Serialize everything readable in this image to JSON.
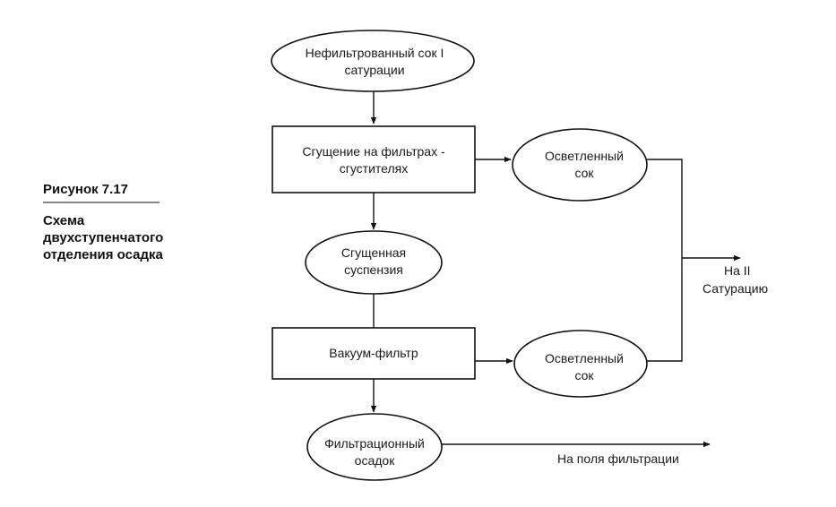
{
  "caption": {
    "number": "Рисунок 7.17",
    "lines": [
      "Схема",
      "двухступенчатого",
      "отделения осадка"
    ]
  },
  "nodes": {
    "unfiltered_juice": {
      "lines": [
        "Нефильтрованный сок I",
        "сатурации"
      ]
    },
    "thickening": {
      "lines": [
        "Сгущение на фильтрах -",
        "сгустителях"
      ]
    },
    "clarified_juice_1": {
      "lines": [
        "Осветленный",
        "сок"
      ]
    },
    "thickened_suspension": {
      "lines": [
        "Сгущенная",
        "суспензия"
      ]
    },
    "vacuum_filter": {
      "lines": [
        "Вакуум-фильтр"
      ]
    },
    "clarified_juice_2": {
      "lines": [
        "Осветленный",
        "сок"
      ]
    },
    "filter_cake": {
      "lines": [
        "Фильтрационный",
        "осадок"
      ]
    }
  },
  "outputs": {
    "to_second_saturation": [
      "На II",
      "Сатурацию"
    ],
    "to_filtration_fields": [
      "На поля фильтрации"
    ]
  }
}
